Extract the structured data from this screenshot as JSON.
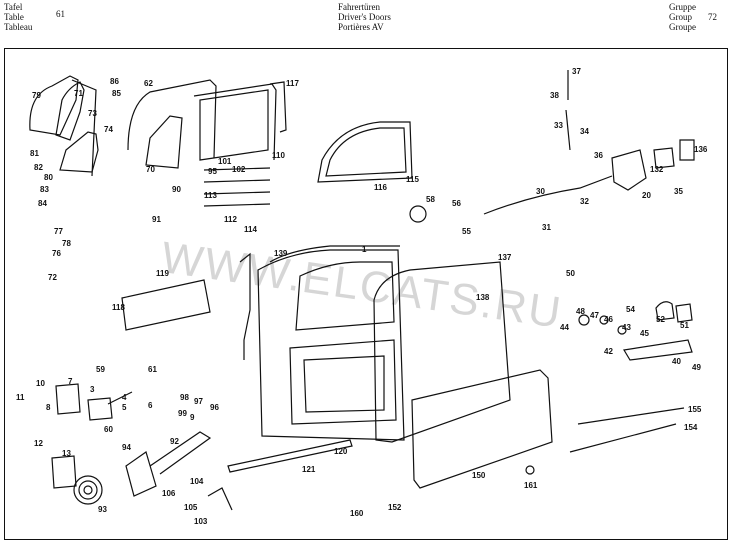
{
  "header": {
    "left_labels": [
      "Tafel",
      "Table",
      "Tableau"
    ],
    "left_number": "61",
    "center_titles": [
      "Fahrertüren",
      "Driver's Doors",
      "Portières AV"
    ],
    "right_labels": [
      "Gruppe",
      "Group",
      "Groupe"
    ],
    "right_number": "72"
  },
  "watermark": "WWW.ELCATS.RU",
  "callouts": [
    "79",
    "86",
    "85",
    "71",
    "73",
    "74",
    "62",
    "117",
    "81",
    "82",
    "80",
    "83",
    "84",
    "70",
    "90",
    "101",
    "102",
    "110",
    "95",
    "113",
    "91",
    "112",
    "114",
    "37",
    "38",
    "33",
    "34",
    "36",
    "136",
    "132",
    "35",
    "20",
    "30",
    "116",
    "115",
    "58",
    "56",
    "55",
    "32",
    "31",
    "77",
    "78",
    "76",
    "72",
    "139",
    "1",
    "137",
    "50",
    "119",
    "138",
    "118",
    "54",
    "52",
    "51",
    "48",
    "47",
    "44",
    "45",
    "46",
    "43",
    "42",
    "40",
    "49",
    "59",
    "61",
    "10",
    "7",
    "3",
    "11",
    "4",
    "6",
    "8",
    "5",
    "60",
    "98",
    "97",
    "96",
    "99",
    "9",
    "12",
    "13",
    "94",
    "92",
    "93",
    "106",
    "104",
    "105",
    "103",
    "120",
    "121",
    "150",
    "155",
    "154",
    "161",
    "160",
    "152"
  ]
}
